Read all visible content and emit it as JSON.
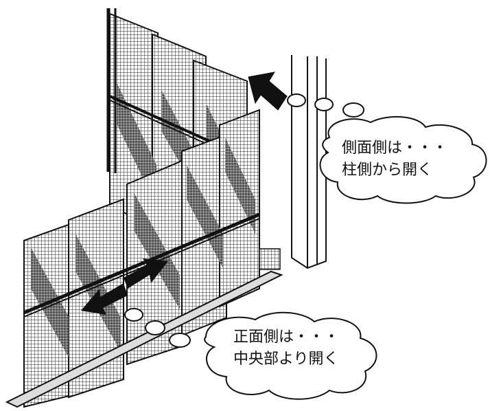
{
  "callouts": {
    "side": {
      "line1": "側面側は・・・",
      "line2": "柱側から開く"
    },
    "front": {
      "line1": "正面側は・・・",
      "line2": "中央部より開く"
    }
  },
  "colors": {
    "line": "#111111",
    "mesh": "#333333",
    "background": "#ffffff"
  },
  "icons": {
    "side_arrow": "arrow-left-up-icon",
    "front_arrows": "double-arrow-left-right-icon"
  }
}
